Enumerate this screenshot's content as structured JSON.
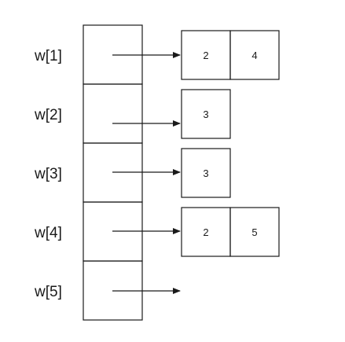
{
  "diagram": {
    "rows": [
      {
        "label": "w[1]",
        "values": [
          "2",
          "4"
        ]
      },
      {
        "label": "w[2]",
        "values": [
          "3"
        ]
      },
      {
        "label": "w[3]",
        "values": [
          "3"
        ]
      },
      {
        "label": "w[4]",
        "values": [
          "2",
          "5"
        ]
      },
      {
        "label": "w[5]",
        "values": []
      }
    ],
    "colors": {
      "stroke": "#1a1a1a",
      "background": "#ffffff",
      "text": "#1a1a1a"
    }
  }
}
